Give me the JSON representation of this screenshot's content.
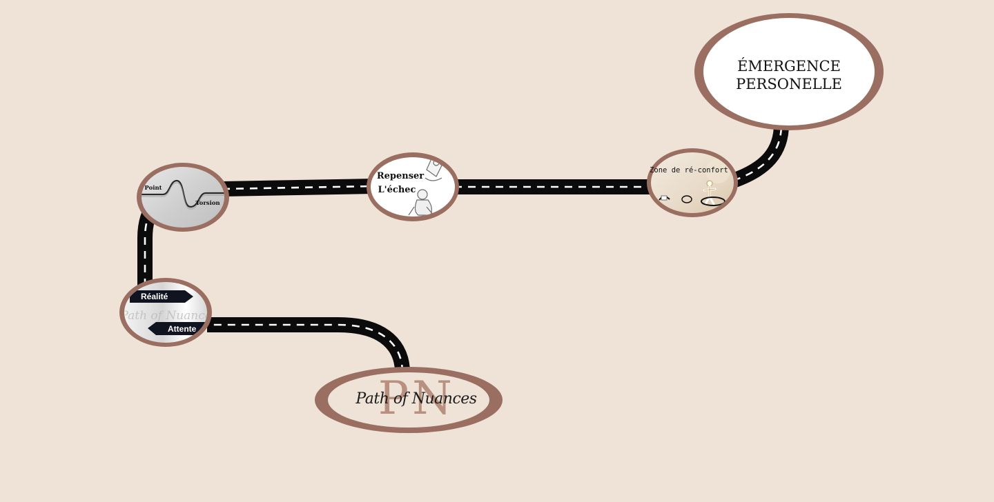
{
  "colors": {
    "background": "#efe3d8",
    "ring": "#9a6f62",
    "road": "#0b0b0b",
    "road_dash": "#ffffff",
    "logo_letters": "#b8907f",
    "sign_dark": "#0f1420"
  },
  "milestones": {
    "emergence": {
      "line1": "ÉMERGENCE",
      "line2": "PERSONELLE"
    },
    "reconfort": {
      "label": "Zone de ré-confort",
      "icon": "figure-climbing-out-icon"
    },
    "repenser": {
      "line1": "Repenser",
      "line2": "L'échec",
      "icon": "sitting-figure-icon"
    },
    "torsion": {
      "word1": "Point",
      "word2": "Torsion",
      "icon": "twisted-line-icon"
    },
    "realite": {
      "sign_top": "Réalité",
      "sign_bottom": "Attente",
      "watermark": "Path of Nuances",
      "icon": "direction-signs-icon"
    },
    "logo": {
      "monogram_p": "P",
      "monogram_n": "N",
      "script": "Path of Nuances"
    }
  }
}
